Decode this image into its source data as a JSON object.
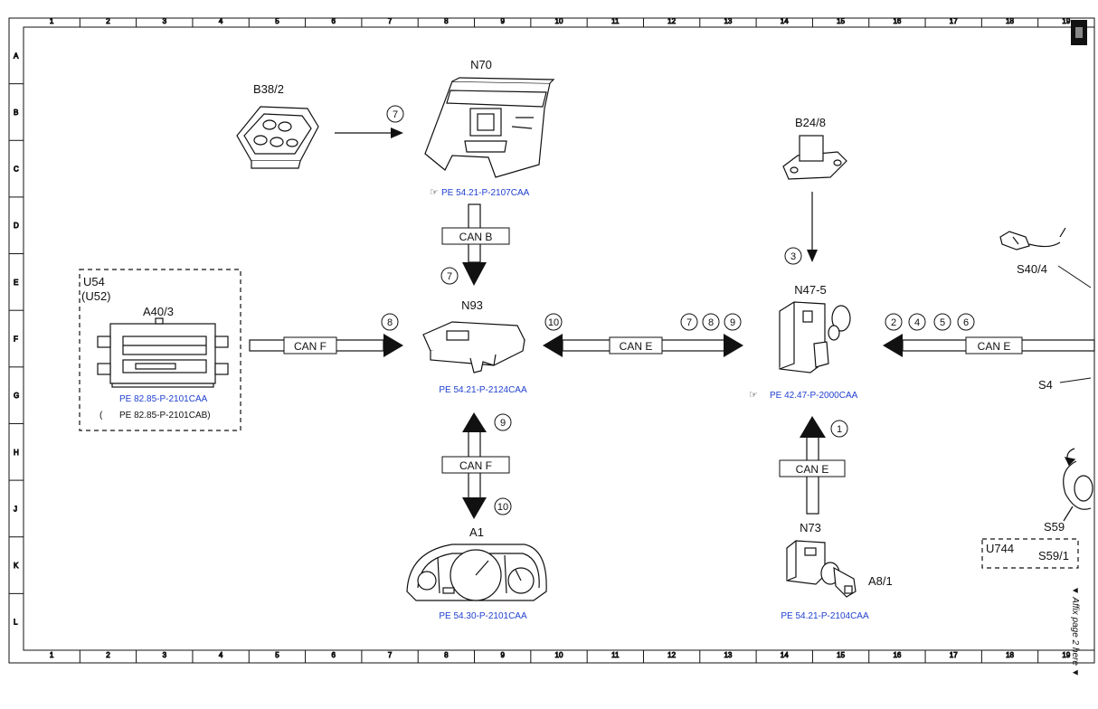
{
  "grid": {
    "columns": [
      "1",
      "2",
      "3",
      "4",
      "5",
      "6",
      "7",
      "8",
      "9",
      "10",
      "11",
      "12",
      "13",
      "14",
      "15",
      "16",
      "17",
      "18",
      "19"
    ],
    "rows": [
      "A",
      "B",
      "C",
      "D",
      "E",
      "F",
      "G",
      "H",
      "J",
      "K",
      "L"
    ]
  },
  "components": {
    "b38_2": "B38/2",
    "n70": "N70",
    "b24_8": "B24/8",
    "u54": "U54",
    "u52": "(U52)",
    "a40_3": "A40/3",
    "n93": "N93",
    "n47_5": "N47-5",
    "s40_4": "S40/4",
    "s4": "S4",
    "a1": "A1",
    "n73": "N73",
    "a8_1": "A8/1",
    "s59": "S59",
    "u744": "U744",
    "s59_1": "S59/1"
  },
  "references": {
    "n70": "PE 54.21-P-2107CAA",
    "a40_3_a": "PE 82.85-P-2101CAA",
    "a40_3_b_open": "(",
    "a40_3_b": "PE 82.85-P-2101CAB)",
    "n93": "PE 54.21-P-2124CAA",
    "n47_5": "PE 42.47-P-2000CAA",
    "a1": "PE 54.30-P-2101CAA",
    "n73": "PE 54.21-P-2104CAA"
  },
  "can": {
    "b": "CAN B",
    "f": "CAN F",
    "e": "CAN E"
  },
  "signals": {
    "s1": "1",
    "s2": "2",
    "s3": "3",
    "s4": "4",
    "s5": "5",
    "s6": "6",
    "s7": "7",
    "s8": "8",
    "s9": "9",
    "s10": "10"
  },
  "side_note": "▼ Affix page 2 here ▼",
  "colors": {
    "reference_link": "#1f3fcf",
    "line": "#111111"
  }
}
